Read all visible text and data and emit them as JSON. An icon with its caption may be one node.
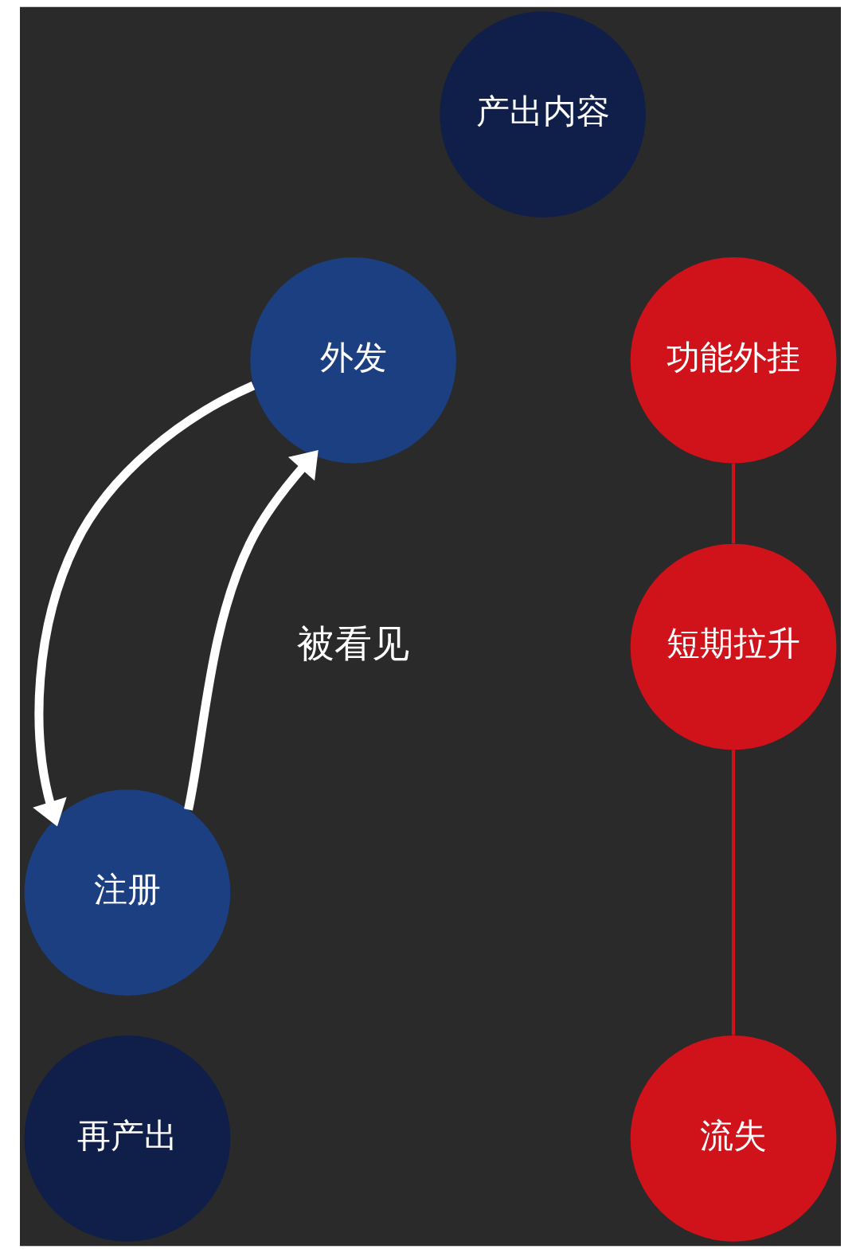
{
  "diagram": {
    "nodes": [
      {
        "text": [
          "产出内容"
        ]
      },
      {
        "text": [
          "外发"
        ]
      },
      {
        "text": [
          "注册"
        ]
      },
      {
        "text": [
          "再产出"
        ]
      },
      {
        "text": [
          "功能外挂"
        ]
      },
      {
        "text": [
          "短期拉升"
        ]
      },
      {
        "text": [
          "流失"
        ]
      }
    ],
    "edges": [
      {
        "from": 1,
        "to": 2,
        "arrow": "to",
        "color": "#ffffff",
        "style": "thick"
      },
      {
        "from": 2,
        "to": 1,
        "arrow": "to",
        "color": "#ffffff",
        "style": "thick"
      },
      {
        "from": 4,
        "to": 5,
        "arrow": "none",
        "color": "#d0121b"
      },
      {
        "from": 5,
        "to": 6,
        "arrow": "none",
        "color": "#d0121b"
      }
    ],
    "labels": [
      "被看见"
    ]
  }
}
